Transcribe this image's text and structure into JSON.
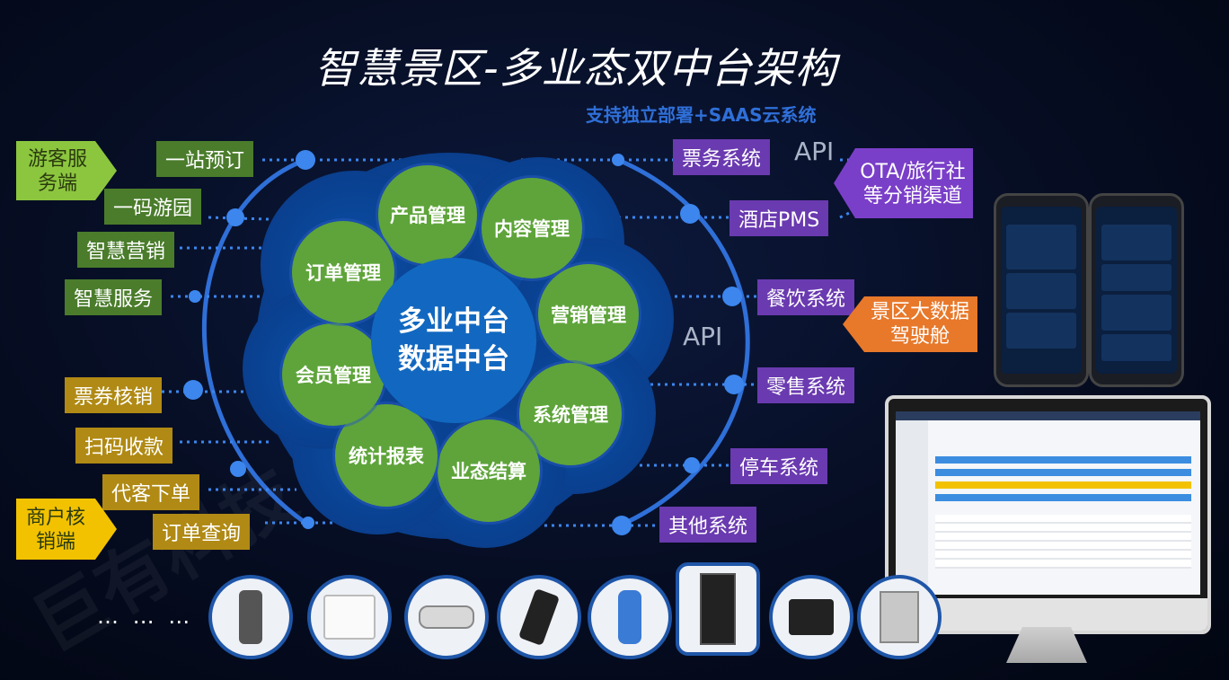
{
  "title": "智慧景区-多业态双中台架构",
  "subtitle": "支持独立部署+SAAS云系统",
  "left_top": {
    "tag": "游客服务端",
    "tag_line1": "游客服",
    "tag_line2": "务端",
    "items": [
      "一站预订",
      "一码游园",
      "智慧营销",
      "智慧服务"
    ]
  },
  "left_bottom": {
    "tag_line1": "商户核",
    "tag_line2": "销端",
    "items": [
      "票券核销",
      "扫码收款",
      "代客下单",
      "订单查询"
    ]
  },
  "right": {
    "systems": [
      "票务系统",
      "酒店PMS",
      "餐饮系统",
      "零售系统",
      "停车系统",
      "其他系统"
    ],
    "api_top": "API",
    "api_mid": "API",
    "ota_line1": "OTA/旅行社",
    "ota_line2": "等分销渠道",
    "bigdata_line1": "景区大数据",
    "bigdata_line2": "驾驶舱"
  },
  "center": {
    "core_line1": "多业中台",
    "core_line2": "数据中台",
    "modules": [
      "产品管理",
      "内容管理",
      "营销管理",
      "系统管理",
      "业态结算",
      "统计报表",
      "会员管理",
      "订单管理"
    ]
  },
  "devices": {
    "ellipsis": "…  … …",
    "icons": [
      "handheld-scanner-icon",
      "gateway-box-icon",
      "camera-icon",
      "pos-terminal-icon",
      "handheld-pos-icon",
      "kiosk-icon",
      "cash-register-icon",
      "turnstile-icon"
    ]
  },
  "colors": {
    "green": "#5ea43a",
    "core_blue": "#1268c0",
    "purple": "#6a3ab0",
    "orange": "#e8782a",
    "yellow": "#f2c200",
    "lightgreen": "#8cc63f"
  }
}
